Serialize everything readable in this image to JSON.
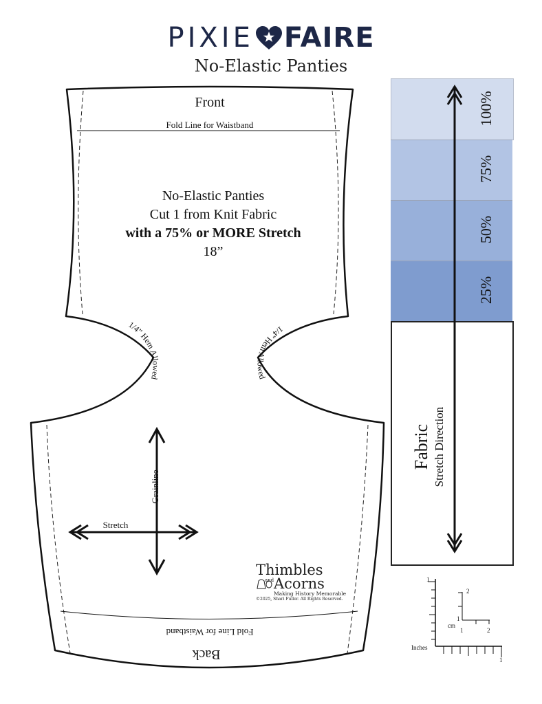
{
  "header": {
    "brand_left": "PIXIE",
    "brand_right": "FAIRE",
    "title": "No-Elastic Panties"
  },
  "pattern": {
    "front_label": "Front",
    "fold_line_top": "Fold Line for Waistband",
    "piece_name": "No-Elastic Panties",
    "cut_instruction": "Cut 1 from Knit Fabric",
    "stretch_requirement": "with a 75% or MORE Stretch",
    "size": "18”",
    "hem_left": "1/4” Hem Allowed",
    "hem_right": "1/4” Hem Allowed",
    "grainline_label": "Grainline",
    "stretch_label": "Stretch",
    "fold_line_bottom": "Fold Line for Waistband",
    "back_label": "Back"
  },
  "maker": {
    "name_line1": "Thimbles",
    "name_and": "and",
    "name_line2": "Acorns",
    "tagline": "Making History Memorable",
    "copyright": "©2025, Shari Fuller.  All Rights Reserved."
  },
  "stretch_guide": {
    "swatches": [
      {
        "label": "100%",
        "color": "#d2dcee"
      },
      {
        "label": "75%",
        "color": "#b2c4e4"
      },
      {
        "label": "50%",
        "color": "#98b0da"
      },
      {
        "label": "25%",
        "color": "#7f9ccf"
      }
    ],
    "fabric_label": "Fabric",
    "direction_label": "Stretch Direction"
  },
  "rulers": {
    "cm_label": "cm",
    "inches_label": "Inches",
    "cm_tick_1": "1",
    "cm_tick_2": "2",
    "cm_vtick_1": "1",
    "cm_vtick_2": "2",
    "inch_tick_1": "1",
    "inch_vtick_1": "1"
  },
  "colors": {
    "brand_navy": "#1d2747",
    "outline": "#111111"
  }
}
